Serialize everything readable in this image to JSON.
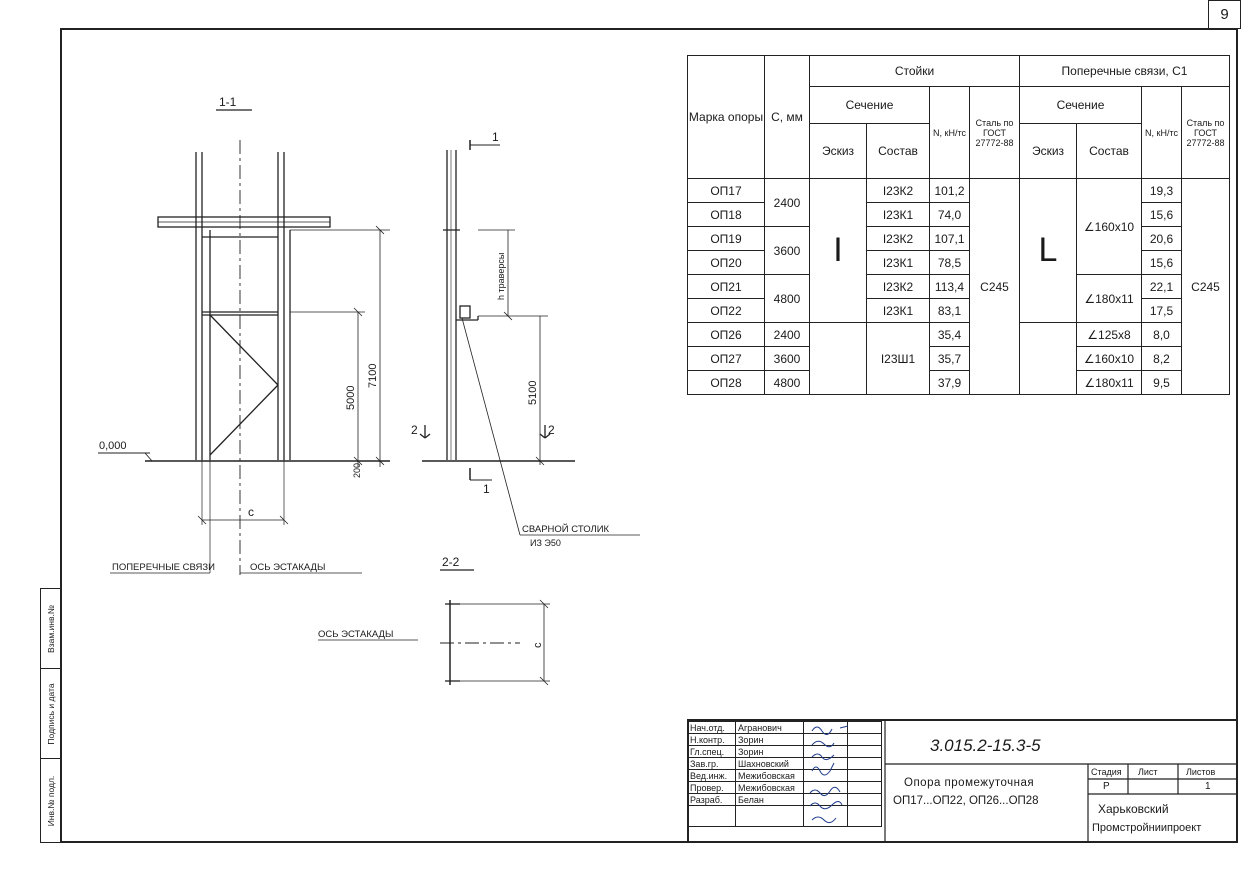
{
  "sheet_number": "9",
  "side_labels": [
    "Взам.инв.№",
    "Подпись и дата",
    "Инв.№ подл."
  ],
  "drawing": {
    "section_1_1": "1-1",
    "section_2_2": "2-2",
    "cut_1": "1",
    "cut_2": "2",
    "level": "0,000",
    "dim_7100": "7100",
    "dim_5000": "5000",
    "dim_5100": "5100",
    "dim_200": "200",
    "dim_c": "c",
    "h_traverse": "h траверсы",
    "label_cross_ties": "ПОПЕРЕЧНЫЕ СВЯЗИ",
    "label_axis": "ОСЬ ЭСТАКАДЫ",
    "label_welded": "СВАРНОЙ СТОЛИК",
    "label_welded_2": "ИЗ Э50",
    "label_axis_2": "ОСЬ ЭСТАКАДЫ",
    "dim_c2": "с"
  },
  "table": {
    "h_mark": "Марка опоры",
    "h_c": "С, мм",
    "h_posts": "Стойки",
    "h_ties": "Поперечные связи, С1",
    "h_section": "Сечение",
    "h_n": "N, кН/тс",
    "h_steel": "Сталь по ГОСТ 27772-88",
    "h_sketch": "Эскиз",
    "h_comp": "Состав",
    "post_sketch": "I",
    "post_steel": "С245",
    "tie_sketch": "L",
    "tie_steel": "С245",
    "rows": [
      {
        "mark": "ОП17",
        "n1": "101,2",
        "n2": "19,3"
      },
      {
        "mark": "ОП18",
        "n1": "74,0",
        "n2": "15,6"
      },
      {
        "mark": "ОП19",
        "n1": "107,1",
        "n2": "20,6"
      },
      {
        "mark": "ОП20",
        "n1": "78,5",
        "n2": "15,6"
      },
      {
        "mark": "ОП21",
        "n1": "113,4",
        "n2": "22,1"
      },
      {
        "mark": "ОП22",
        "n1": "83,1",
        "n2": "17,5"
      },
      {
        "mark": "ОП26",
        "n1": "35,4",
        "n2": "8,0"
      },
      {
        "mark": "ОП27",
        "n1": "35,7",
        "n2": "8,2"
      },
      {
        "mark": "ОП28",
        "n1": "37,9",
        "n2": "9,5"
      }
    ],
    "c_values": [
      "2400",
      "3600",
      "4800",
      "2400",
      "3600",
      "4800"
    ],
    "post_comp": [
      "I23К2",
      "I23К1",
      "I23К2",
      "I23К1",
      "I23К2",
      "I23К1",
      "I23Ш1"
    ],
    "tie_comp": [
      "∠160х10",
      "∠180х11",
      "∠125х8",
      "∠160х10",
      "∠180х11"
    ]
  },
  "title_block": {
    "roles": [
      "Нач.отд.",
      "Н.контр.",
      "Гл.спец.",
      "Зав.гр.",
      "Вед.инж.",
      "Провер.",
      "Разраб."
    ],
    "names": [
      "Агранович",
      "Зорин",
      "Зорин",
      "Шахновский",
      "Межибовская",
      "Межибовская",
      "Белан"
    ],
    "code": "3.015.2-15.3-5",
    "title_1": "Опора промежуточная",
    "title_2": "ОП17...ОП22, ОП26...ОП28",
    "h_stage": "Стадия",
    "h_sheet": "Лист",
    "h_sheets": "Листов",
    "stage": "Р",
    "sheets": "1",
    "org_1": "Харьковский",
    "org_2": "Промстройниипроект"
  }
}
